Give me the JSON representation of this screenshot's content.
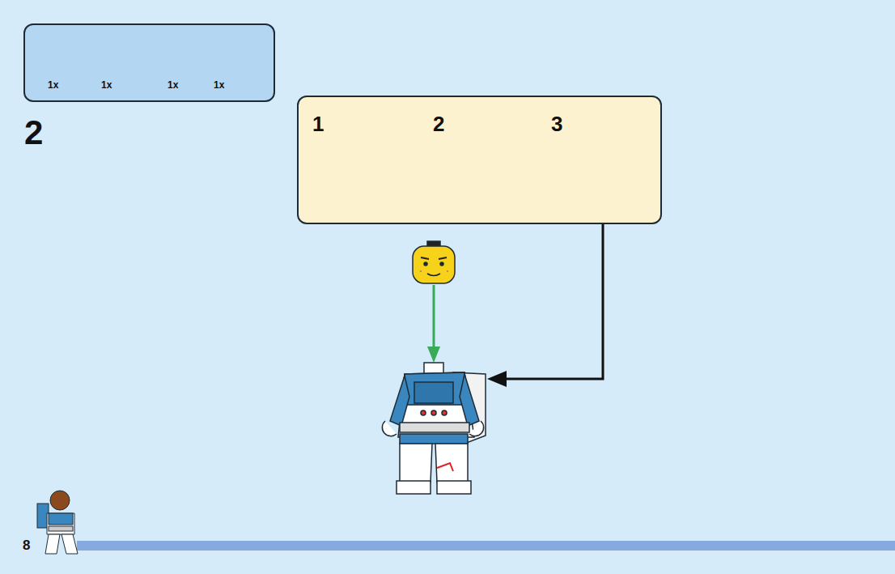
{
  "diagram": {
    "nodes": [
      {
        "text": [
          "1x",
          "1x",
          "1x",
          "1x"
        ]
      },
      {
        "text": [
          "1",
          "2",
          "3"
        ]
      }
    ],
    "labels": [
      "2",
      "8"
    ]
  }
}
